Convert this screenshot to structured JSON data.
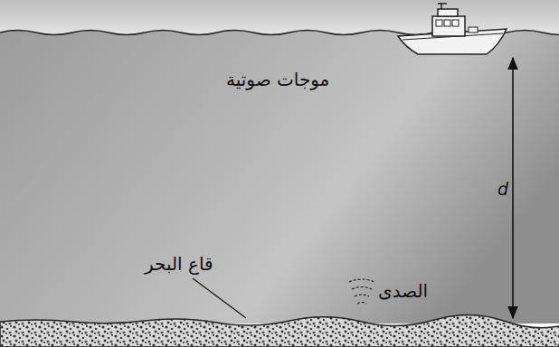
{
  "diagram": {
    "labels": [
      "موجات صوتية",
      "d",
      "قاع البحر",
      "الصدى"
    ]
  }
}
